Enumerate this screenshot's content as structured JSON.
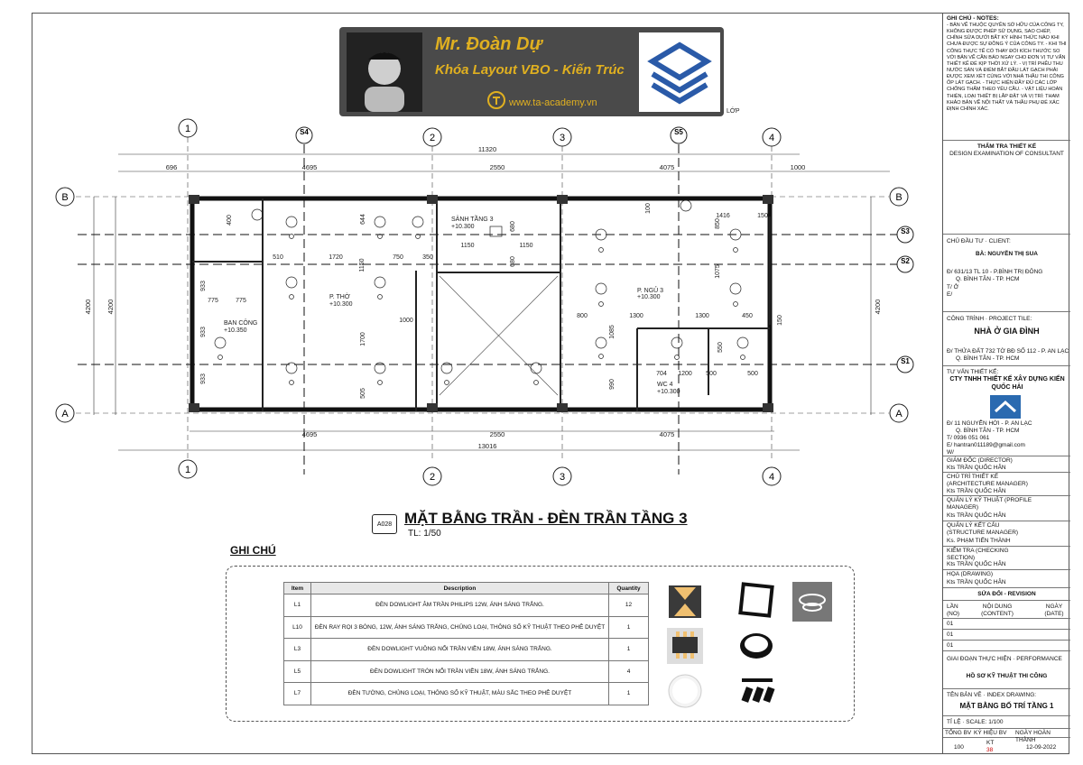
{
  "banner": {
    "name": "Mr. Đoàn Dự",
    "course": "Khóa Layout VBO - Kiến Trúc",
    "website": "www.ta-academy.vn"
  },
  "plan": {
    "code": "A028",
    "title": "MẶT BẰNG TRẦN - ĐÈN TRẦN TẦNG 3",
    "scale": "TL: 1/50",
    "grid_top": [
      "1",
      "2",
      "3",
      "4"
    ],
    "grid_side": [
      "B",
      "A"
    ],
    "sections": [
      "S4",
      "S5",
      "S3",
      "S2",
      "S1"
    ],
    "dims_top": [
      "696",
      "11320",
      "4695",
      "2550",
      "4075",
      "1000"
    ],
    "dims_bottom": [
      "4695",
      "2550",
      "4075",
      "13016"
    ],
    "dims_side": [
      "4200",
      "4200"
    ],
    "rooms": {
      "sanh": "SẢNH TẦNG 3",
      "sanh_level": "+10.300",
      "thoi": "P. THỜ",
      "thoi_level": "+10.300",
      "ngu": "P. NGỦ 3",
      "ngu_level": "+10.300",
      "bancong": "BAN CÔNG",
      "bancong_level": "+10.350",
      "wc": "WC 4",
      "wc_level": "+10.300"
    },
    "dims_inner": [
      "400",
      "510",
      "1720",
      "750",
      "350",
      "644",
      "1150",
      "680",
      "1150",
      "1150",
      "680",
      "775",
      "775",
      "933",
      "933",
      "933",
      "1000",
      "1700",
      "505",
      "400",
      "100",
      "1416",
      "850",
      "150",
      "1075",
      "800",
      "1300",
      "1300",
      "450",
      "150",
      "1085",
      "990",
      "704",
      "1200",
      "550",
      "500",
      "500"
    ],
    "lop_note": "LỚP"
  },
  "notes": {
    "title": "GHI CHÚ",
    "headers": [
      "Item",
      "Description",
      "Quantity"
    ],
    "rows": [
      {
        "item": "L1",
        "desc": "ĐÈN DOWLIGHT ÂM TRẦN PHILIPS 12W, ÁNH SÁNG TRẮNG.",
        "qty": "12"
      },
      {
        "item": "L10",
        "desc": "ĐÈN RAY RỌI 3 BÓNG, 12W, ÁNH SÁNG TRẮNG, CHỦNG LOẠI, THÔNG SỐ KỸ THUẬT THEO PHÊ DUYỆT",
        "qty": "1"
      },
      {
        "item": "L3",
        "desc": "ĐÈN DOWLIGHT VUÔNG NỔI TRẦN VIỀN 18W, ÁNH SÁNG TRẮNG.",
        "qty": "1"
      },
      {
        "item": "L5",
        "desc": "ĐÈN DOWLIGHT TRÒN NỔI TRẦN VIỀN 18W, ÁNH SÁNG TRẮNG.",
        "qty": "4"
      },
      {
        "item": "L7",
        "desc": "ĐÈN TƯỜNG, CHỦNG LOẠI, THÔNG SỐ KỸ THUẬT, MÀU SẮC THEO PHÊ DUYỆT",
        "qty": "1"
      }
    ]
  },
  "titleblock": {
    "notes_title": "GHI CHÚ - NOTES:",
    "notes_text": "- BẢN VẼ THUỘC QUYỀN SỞ HỮU CỦA CÔNG TY, KHÔNG ĐƯỢC PHÉP SỬ DỤNG, SAO CHÉP, CHỈNH SỬA DƯỚI BẤT KỲ HÌNH THỨC NÀO KHI CHƯA ĐƯỢC SỰ ĐỒNG Ý CỦA CÔNG TY. - KHI THI CÔNG THỰC TẾ CÓ THAY ĐỔI KÍCH THƯỚC SO VỚI BẢN VẼ CẦN BÁO NGAY CHO ĐƠN VỊ TƯ VẤN THIẾT KẾ ĐỂ KỊP THỜI XỬ LÝ. - VỊ TRÍ PHỄU THU NƯỚC SÀN VÀ ĐIỂM BẮT ĐẦU LÁT GẠCH PHẢI ĐƯỢC XEM XÉT CÙNG VỚI NHÀ THẦU THI CÔNG ỐP LÁT GẠCH. - THỰC HIỆN ĐẦY ĐỦ CÁC LỚP CHỐNG THẤM THEO YÊU CẦU. - VẬT LIỆU HOÀN THIỆN, LOẠI THIẾT BỊ LẮP ĐẶT VÀ VỊ TRÍ: THAM KHẢO BẢN VẼ NỘI THẤT VÀ THẦU PHỤ ĐỂ XÁC ĐỊNH CHÍNH XÁC.",
    "review": "THẨM TRA THIẾT KẾ",
    "review_en": "DESIGN EXAMINATION OF CONSULTANT",
    "client_lbl": "CHỦ ĐẦU TƯ · CLIENT:",
    "client": "BÀ: NGUYỄN THỊ SUA",
    "client_addr": "Đ/  631/13 TL 10 - P.BÌNH TRỊ ĐÔNG",
    "client_addr2": "Q. BÌNH TÂN - TP. HCM",
    "client_t": "T/  Ở",
    "client_e": "E/",
    "project_lbl": "CÔNG TRÌNH · PROJECT TILE:",
    "project": "NHÀ Ở GIA ĐÌNH",
    "project_addr": "Đ/  THỬA ĐẤT 732 TỜ BĐ SỐ 112 - P. AN LẠC",
    "project_addr2": "Q. BÌNH TÂN - TP. HCM",
    "consult_lbl": "TƯ VẤN THIẾT KẾ:",
    "consult": "CTY TNHH THIẾT KẾ XÂY DỰNG KIẾN QUỐC HẢI",
    "consult_addr": "Đ/  11 NGUYỄN HỚI - P. AN LẠC",
    "consult_addr2": "Q. BÌNH TÂN - TP. HCM",
    "consult_t": "T/  0936 051 061",
    "consult_e": "E/  hantran011189@gmail.com",
    "consult_w": "W/",
    "director_lbl": "GIÁM ĐỐC (DIRECTOR)",
    "director": "Kts TRẦN QUỐC HÂN",
    "arch_lbl": "CHỦ TRÌ THIẾT KẾ (ARCHITECTURE MANAGER)",
    "arch": "Kts TRẦN QUỐC HÂN",
    "prof_lbl": "QUẢN LÝ KỸ THUẬT (PROFILE MANAGER)",
    "prof": "Kts TRẦN QUỐC HÂN",
    "struct_lbl": "QUẢN LÝ KẾT CẤU (STRUCTURE MANAGER)",
    "struct": "Ks. PHẠM TIẾN THÀNH",
    "check_lbl": "KIỂM TRA (CHECKING SECTION)",
    "check": "Kts TRẦN QUỐC HÂN",
    "draw_lbl": "HỌA (DRAWING)",
    "draw": "Kts TRẦN QUỐC HÂN",
    "revision": "SỬA ĐỔI - REVISION",
    "rev_no": "LẦN (NO)",
    "rev_content": "NỘI DUNG (CONTENT)",
    "rev_date": "NGÀY (DATE)",
    "rev_rows": [
      "01",
      "01",
      "01"
    ],
    "phase_lbl": "GIAI ĐOẠN THỰC HIỆN · PERFORMANCE",
    "phase": "HỒ SƠ KỸ THUẬT THI CÔNG",
    "index_lbl": "TÊN BẢN VẼ · INDEX DRAWING:",
    "index": "MẶT BẰNG BỐ TRÍ TẦNG 1",
    "scale": "TỈ LỆ · SCALE:  1/100",
    "foot_h": [
      "TỔNG BV",
      "KÝ HIỆU BV",
      "NGÀY HOÀN THÀNH"
    ],
    "foot_total": "100",
    "foot_code": "KT",
    "foot_num": "38",
    "foot_date": "12-09-2022"
  }
}
